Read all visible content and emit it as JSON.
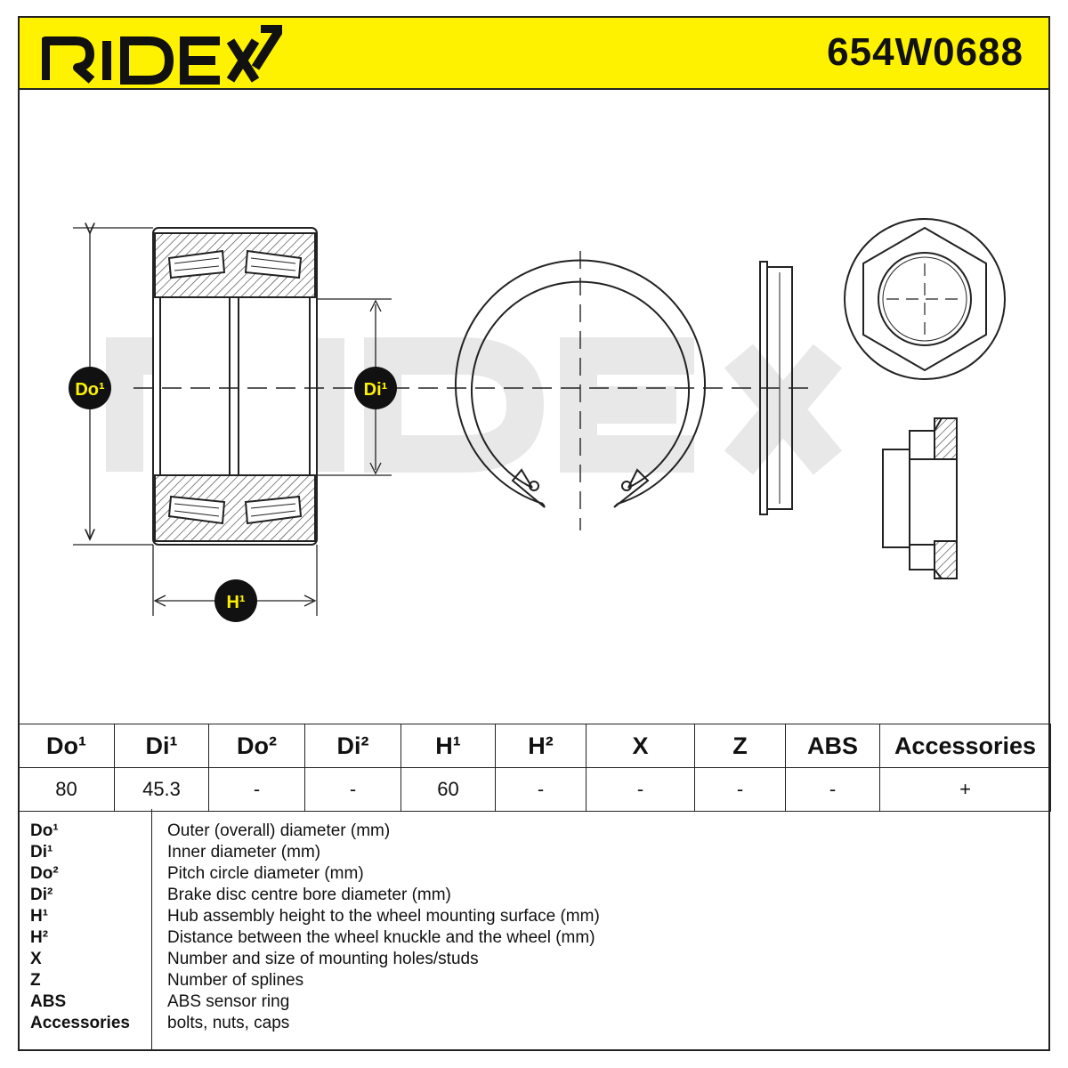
{
  "header": {
    "brand": "RIDEX",
    "part_number": "654W0688"
  },
  "drawing": {
    "watermark": "RIDEX",
    "labels": {
      "do1": "Do¹",
      "di1": "Di¹",
      "h1": "H¹"
    }
  },
  "spec_table": {
    "headers": [
      "Do¹",
      "Di¹",
      "Do²",
      "Di²",
      "H¹",
      "H²",
      "X",
      "Z",
      "ABS",
      "Accessories"
    ],
    "values": [
      "80",
      "45.3",
      "-",
      "-",
      "60",
      "-",
      "-",
      "-",
      "-",
      "+"
    ]
  },
  "legend": [
    {
      "key": "Do¹",
      "desc": "Outer (overall) diameter (mm)"
    },
    {
      "key": "Di¹",
      "desc": "Inner diameter (mm)"
    },
    {
      "key": "Do²",
      "desc": "Pitch circle diameter (mm)"
    },
    {
      "key": "Di²",
      "desc": "Brake disc centre bore diameter (mm)"
    },
    {
      "key": "H¹",
      "desc": "Hub assembly height to the wheel mounting surface (mm)"
    },
    {
      "key": "H²",
      "desc": "Distance between the wheel knuckle and the wheel (mm)"
    },
    {
      "key": "X",
      "desc": "Number and size of mounting holes/studs"
    },
    {
      "key": "Z",
      "desc": "Number of splines"
    },
    {
      "key": "ABS",
      "desc": "ABS sensor ring"
    },
    {
      "key": "Accessories",
      "desc": "bolts, nuts, caps"
    }
  ],
  "colors": {
    "brand_yellow": "#fff200",
    "line": "#222222",
    "watermark": "#e6e6e6"
  }
}
